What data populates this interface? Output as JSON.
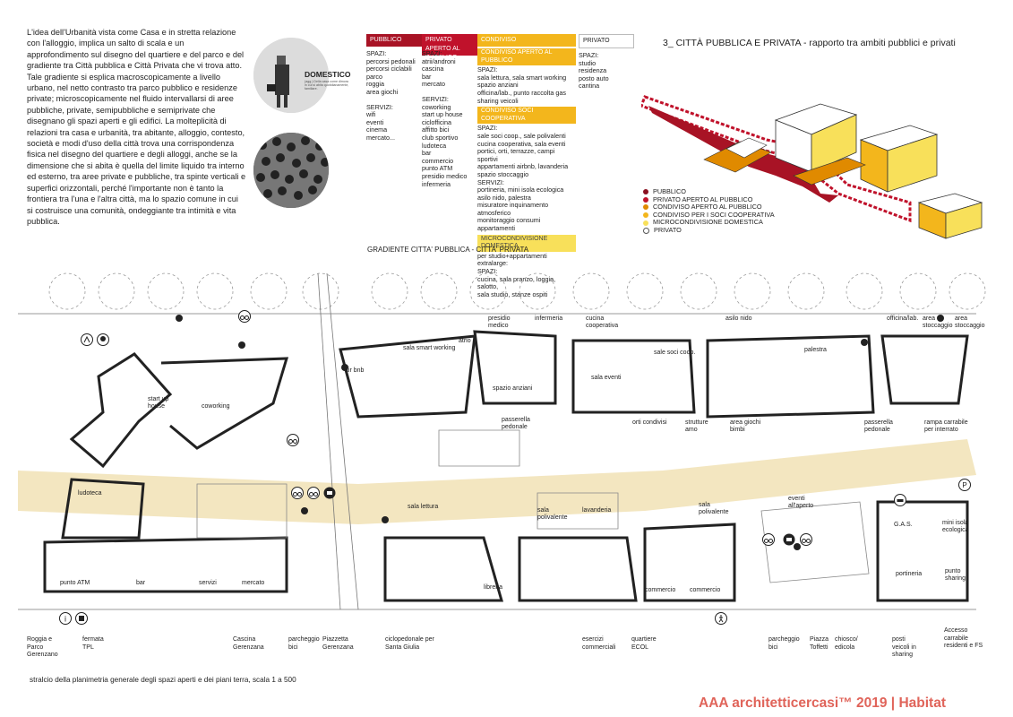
{
  "intro_text": "L'idea dell'Urbanità vista come Casa e in stretta relazione con l'alloggio, implica un salto di scala e un approfondimento sul disegno del quartiere e del parco e del gradiente tra Città pubblica e Città Privata che vi trova atto. Tale gradiente si esplica macroscopicamente a livello urbano, nel netto contrasto tra parco pubblico e residenze private; microscopicamente nel fluido intervallarsi di aree pubbliche, private, semipubbliche e semiprivate che disegnano gli spazi aperti e gli edifici. La molteplicità di relazioni tra casa e urbanità, tra abitante, alloggio, contesto, società e modi d'uso della città trova una corrispondenza fisica nel disegno del quartiere e degli alloggi, anche se la dimensione che si abita è quella del limite liquido tra interno ed esterno, tra aree private e pubbliche, tra spinte verticali e superfici orizzontali, perché l'importante non è tanto la frontiera tra l'una e l'altra città, ma lo spazio comune in cui si costruisce una comunità, ondeggiante tra intimità e vita pubblica.",
  "badge": {
    "title": "DOMESTICO",
    "sub": "(agg.) Della casa come dimora in cui si abita quotidianamente, familiare."
  },
  "columns": {
    "pubblico": {
      "header": "PUBBLICO",
      "spazi_title": "SPAZI:",
      "spazi": [
        "percorsi pedonali",
        "percorsi ciclabili",
        "parco",
        "roggia",
        "area giochi"
      ],
      "servizi_title": "SERVIZI:",
      "servizi": [
        "wifi",
        "eventi",
        "cinema",
        "mercato..."
      ]
    },
    "privato_aperto": {
      "header": "PRIVATO APERTO AL PUBBLICO",
      "spazi_title": "SPAZI:",
      "spazi": [
        "atrii/androni",
        "cascina",
        "bar",
        "mercato"
      ],
      "servizi_title": "SERVIZI:",
      "servizi": [
        "coworking",
        "start up house",
        "ciclofficina",
        "affitto bici",
        "club sportivo",
        "ludoteca",
        "bar",
        "commercio",
        "punto ATM",
        "presidio medico",
        "infermeria"
      ]
    },
    "condiviso": {
      "header": "CONDIVISO",
      "sub1": "CONDIVISO APERTO AL PUBBLICO",
      "spazi1_title": "SPAZI:",
      "spazi1": [
        "sala lettura, sala smart working",
        "spazio anziani",
        "officina/lab., punto raccolta gas",
        "sharing veicoli"
      ],
      "sub2": "CONDIVISO SOCI COOPERATIVA",
      "spazi2_title": "SPAZI:",
      "spazi2": [
        "sale soci coop., sale polivalenti",
        "cucina cooperativa, sala eventi",
        "portici, orti, terrazze, campi sportivi",
        "appartamenti airbnb, lavanderia",
        "spazio stoccaggio"
      ],
      "servizi2_title": "SERVIZI:",
      "servizi2": [
        "portineria, mini isola ecologica",
        "asilo nido, palestra",
        "misuratore inquinamento atmosferico",
        "monitoraggio consumi appartamenti"
      ],
      "sub3": "MICROCONDIVISIONE DOMESTICA",
      "spazi3_intro": "per studio+appartamenti extralarge:",
      "spazi3_title": "SPAZI:",
      "spazi3": [
        "cucina, sala pranzo, loggia, salotto,",
        "sala studio, stanze ospiti"
      ]
    },
    "privato": {
      "header": "PRIVATO",
      "spazi_title": "SPAZI:",
      "spazi": [
        "studio",
        "residenza",
        "posto auto",
        "cantina"
      ]
    }
  },
  "gradient_caption": "GRADIENTE CITTA' PUBBLICA - CITTA' PRIVATA",
  "section_title": "3_ CITTÀ PUBBLICA E PRIVATA - rapporto tra ambiti pubblici e privati",
  "legend": [
    {
      "label": "PUBBLICO",
      "color": "#8a1020"
    },
    {
      "label": "PRIVATO APERTO AL PUBBLICO",
      "color": "#c0122b"
    },
    {
      "label": "CONDIVISO APERTO AL PUBBLICO",
      "color": "#e08a00"
    },
    {
      "label": "CONDIVISO PER I SOCI COOPERATIVA",
      "color": "#f3b61c"
    },
    {
      "label": "MICROCONDIVISIONE DOMESTICA",
      "color": "#f8e05a"
    },
    {
      "label": "PRIVATO",
      "color": "#ffffff"
    }
  ],
  "plan_labels": {
    "presidio_medico": "presidio medico",
    "infermeria": "infermeria",
    "cucina_coop": "cucina cooperativa",
    "asilo_nido": "asilo nido",
    "officina": "officina/lab.",
    "area_stoccaggio_1": "area stoccaggio",
    "area_stoccaggio_2": "area stoccaggio",
    "atrio": "atrio",
    "sala_smart": "sala smart working",
    "air_bnb": "air bnb",
    "spazio_anziani": "spazio anziani",
    "sala_eventi": "sala eventi",
    "sale_soci": "sale soci coop.",
    "palestra": "palestra",
    "start_up": "start up house",
    "coworking": "coworking",
    "passerella_1": "passerella pedonale",
    "orti": "orti condivisi",
    "strutture": "strutture amo",
    "area_giochi": "area giochi bimbi",
    "passerella_2": "passerella pedonale",
    "rampa": "rampa carrabile per interrato",
    "ludoteca": "ludoteca",
    "sala_lettura": "sala lettura",
    "sala_poli_1": "sala polivalente",
    "lavanderia": "lavanderia",
    "sala_poli_2": "sala polivalente",
    "eventi_aperto": "eventi all'aperto",
    "gas": "G.A.S.",
    "mini_isola": "mini isola ecologica",
    "punto_atm": "punto ATM",
    "bar": "bar",
    "servizi": "servizi",
    "mercato": "mercato",
    "libreria": "libreria",
    "commercio_1": "commercio",
    "commercio_2": "commercio",
    "portineria": "portineria",
    "punto_sharing": "punto sharing"
  },
  "bottom_labels": [
    "Roggia e Parco Gerenzano",
    "fermata TPL",
    "Cascina Gerenzana",
    "parcheggio bici",
    "Piazzetta Gerenzana",
    "ciclopedonale per Santa Giulia",
    "esercizi commerciali",
    "quartiere ECOL",
    "parcheggio bici",
    "Piazza Toffetti",
    "chiosco/ edicola",
    "posti veicoli in sharing",
    "Accesso carrabile residenti e FS"
  ],
  "plan_caption": "stralcio della planimetria generale degli spazi aperti e dei piani terra, scala 1 a 500",
  "footer": "AAA architetticercasi™ 2019 | Habitat",
  "colors": {
    "accent": "#e0645a",
    "pubblico": "#a81325",
    "condiviso": "#f3b61c",
    "path": "#f3e6c0"
  }
}
